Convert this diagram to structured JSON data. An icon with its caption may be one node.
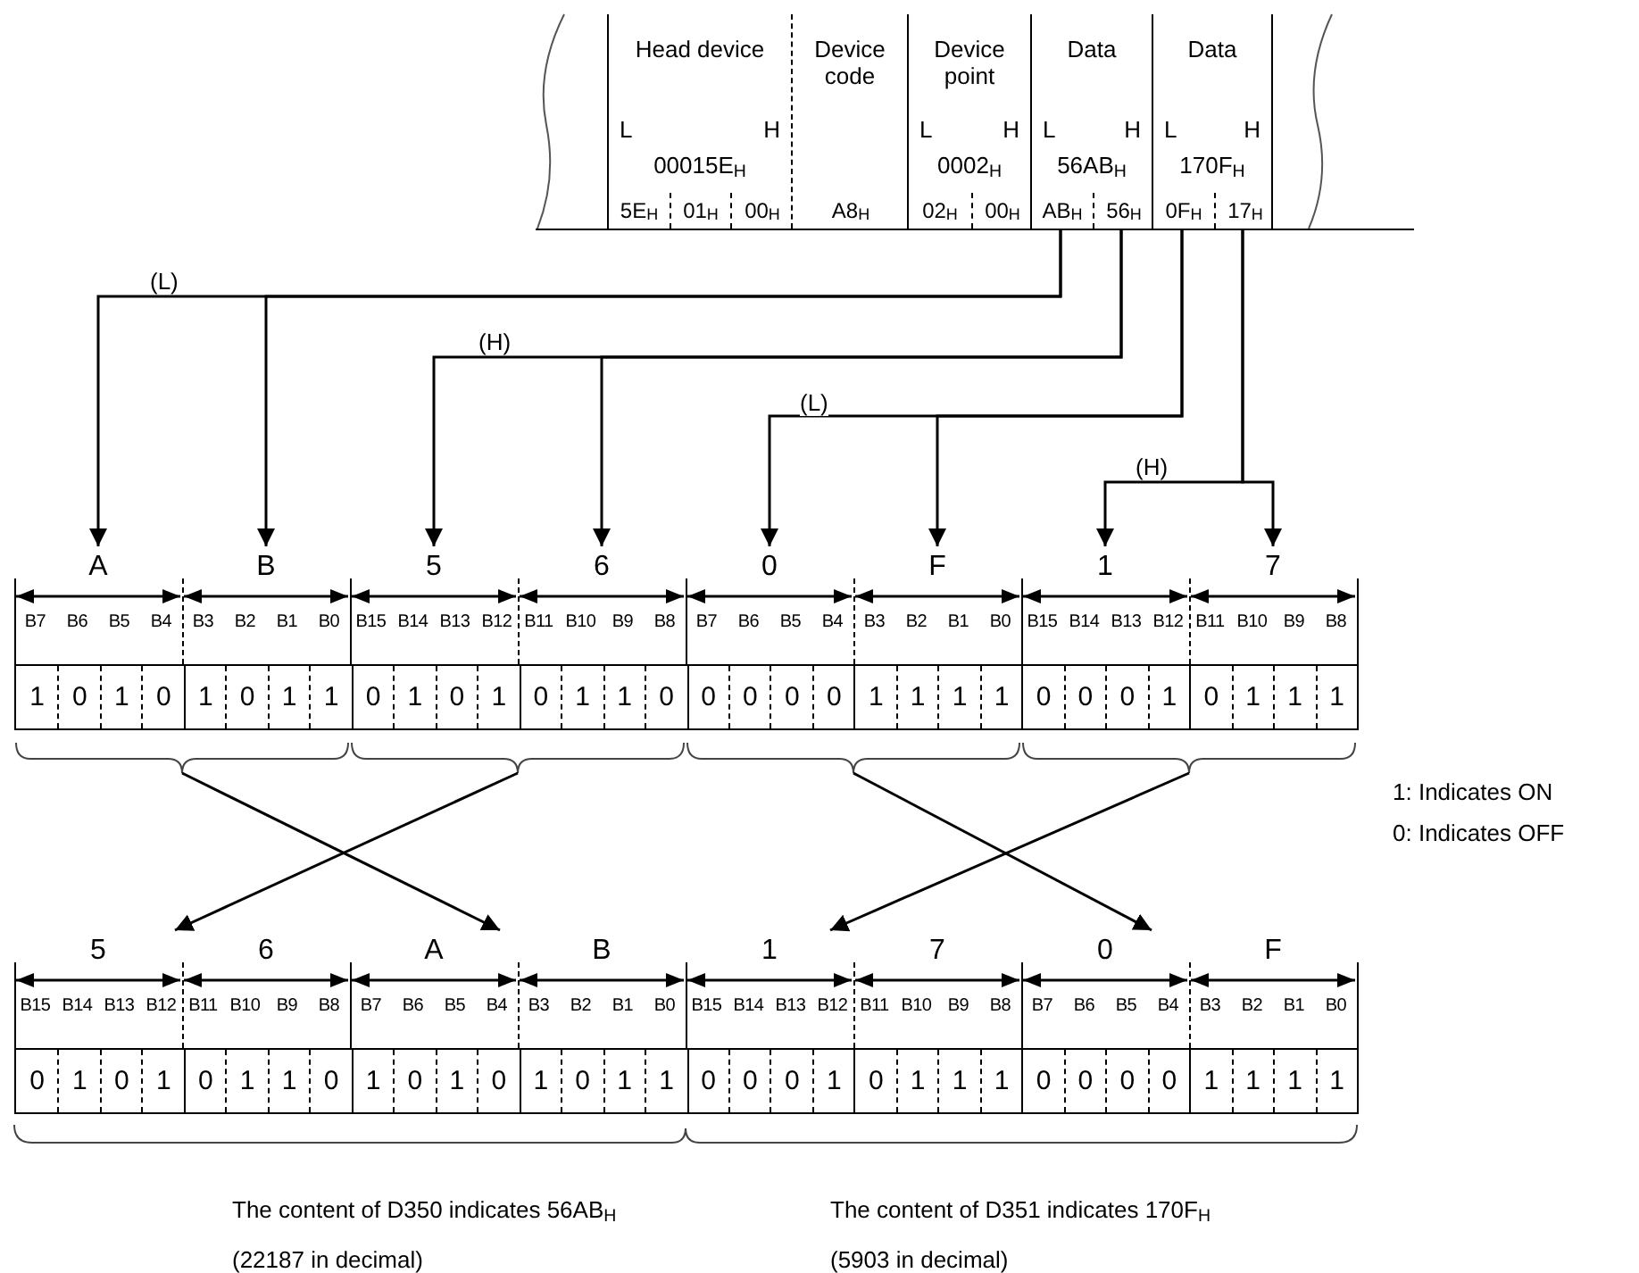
{
  "diagram": {
    "nodes": [
      {
        "text": [
          "Head device",
          "L",
          "H",
          "00015E$_{H}$"
        ]
      },
      {
        "text": [
          "5E$_{H}$"
        ],
        "in": 0
      },
      {
        "text": [
          "01$_{H}$"
        ],
        "in": 0
      },
      {
        "text": [
          "00$_{H}$"
        ],
        "in": 0
      },
      {
        "text": [
          "Device code"
        ]
      },
      {
        "text": [
          "A8$_{H}$"
        ],
        "in": 4
      },
      {
        "text": [
          "Device point",
          "L",
          "H",
          "0002$_{H}$"
        ]
      },
      {
        "text": [
          "02$_{H}$"
        ],
        "in": 6
      },
      {
        "text": [
          "00$_{H}$"
        ],
        "in": 6
      },
      {
        "text": [
          "Data",
          "L",
          "H",
          "56AB$_{H}$"
        ]
      },
      {
        "text": [
          "AB$_{H}$"
        ],
        "in": 9
      },
      {
        "text": [
          "56$_{H}$"
        ],
        "in": 9
      },
      {
        "text": [
          "Data",
          "L",
          "H",
          "170F$_{H}$"
        ]
      },
      {
        "text": [
          "0F$_{H}$"
        ],
        "in": 12
      },
      {
        "text": [
          "17$_{H}$"
        ],
        "in": 12
      },
      {
        "text": [
          "A"
        ]
      },
      {
        "text": [
          "B"
        ]
      },
      {
        "text": [
          "5"
        ]
      },
      {
        "text": [
          "6"
        ]
      },
      {
        "text": [
          "0"
        ]
      },
      {
        "text": [
          "F"
        ]
      },
      {
        "text": [
          "1"
        ]
      },
      {
        "text": [
          "7"
        ]
      },
      {
        "text": [],
        "shape": "brace"
      },
      {
        "text": [],
        "shape": "brace"
      },
      {
        "text": [],
        "shape": "brace"
      },
      {
        "text": [],
        "shape": "brace"
      },
      {
        "text": [
          "5"
        ]
      },
      {
        "text": [
          "6"
        ]
      },
      {
        "text": [
          "A"
        ]
      },
      {
        "text": [
          "B"
        ]
      },
      {
        "text": [
          "1"
        ]
      },
      {
        "text": [
          "7"
        ]
      },
      {
        "text": [
          "0"
        ]
      },
      {
        "text": [
          "F"
        ]
      }
    ],
    "edges": [
      {
        "from": 10,
        "to": 15,
        "arrow": "to",
        "label": "(L)"
      },
      {
        "from": 10,
        "to": 16,
        "arrow": "to"
      },
      {
        "from": 11,
        "to": 17,
        "arrow": "to",
        "label": "(H)"
      },
      {
        "from": 11,
        "to": 18,
        "arrow": "to"
      },
      {
        "from": 13,
        "to": 19,
        "arrow": "to",
        "label": "(L)"
      },
      {
        "from": 13,
        "to": 20,
        "arrow": "to"
      },
      {
        "from": 14,
        "to": 21,
        "arrow": "to",
        "label": "(H)"
      },
      {
        "from": 14,
        "to": 22,
        "arrow": "to"
      },
      {
        "from": 23,
        "to": 29,
        "arrow": "to"
      },
      {
        "from": 24,
        "to": 27,
        "arrow": "to"
      },
      {
        "from": 25,
        "to": 33,
        "arrow": "to"
      },
      {
        "from": 26,
        "to": 31,
        "arrow": "to"
      }
    ],
    "labels": [
      "B7",
      "B6",
      "B5",
      "B4",
      "B3",
      "B2",
      "B1",
      "B0",
      "B15",
      "B14",
      "B13",
      "B12",
      "B11",
      "B10",
      "B9",
      "B8",
      "B7",
      "B6",
      "B5",
      "B4",
      "B3",
      "B2",
      "B1",
      "B0",
      "B15",
      "B14",
      "B13",
      "B12",
      "B11",
      "B10",
      "B9",
      "B8",
      "1",
      "0",
      "1",
      "0",
      "1",
      "0",
      "1",
      "1",
      "0",
      "1",
      "0",
      "1",
      "0",
      "1",
      "1",
      "0",
      "0",
      "0",
      "0",
      "0",
      "1",
      "1",
      "1",
      "1",
      "0",
      "0",
      "0",
      "1",
      "0",
      "1",
      "1",
      "1",
      "1: Indicates ON",
      "0: Indicates OFF",
      "B15",
      "B14",
      "B13",
      "B12",
      "B11",
      "B10",
      "B9",
      "B8",
      "B7",
      "B6",
      "B5",
      "B4",
      "B3",
      "B2",
      "B1",
      "B0",
      "B15",
      "B14",
      "B13",
      "B12",
      "B11",
      "B10",
      "B9",
      "B8",
      "B7",
      "B6",
      "B5",
      "B4",
      "B3",
      "B2",
      "B1",
      "B0",
      "0",
      "1",
      "0",
      "1",
      "0",
      "1",
      "1",
      "0",
      "1",
      "0",
      "1",
      "0",
      "1",
      "0",
      "1",
      "1",
      "0",
      "0",
      "0",
      "1",
      "0",
      "1",
      "1",
      "1",
      "0",
      "0",
      "0",
      "0",
      "1",
      "1",
      "1",
      "1",
      "The content of D350 indicates 56AB$_{H}$",
      "(22187 in decimal)",
      "The content of D351 indicates 170F$_{H}$",
      "(5903 in decimal)"
    ]
  }
}
